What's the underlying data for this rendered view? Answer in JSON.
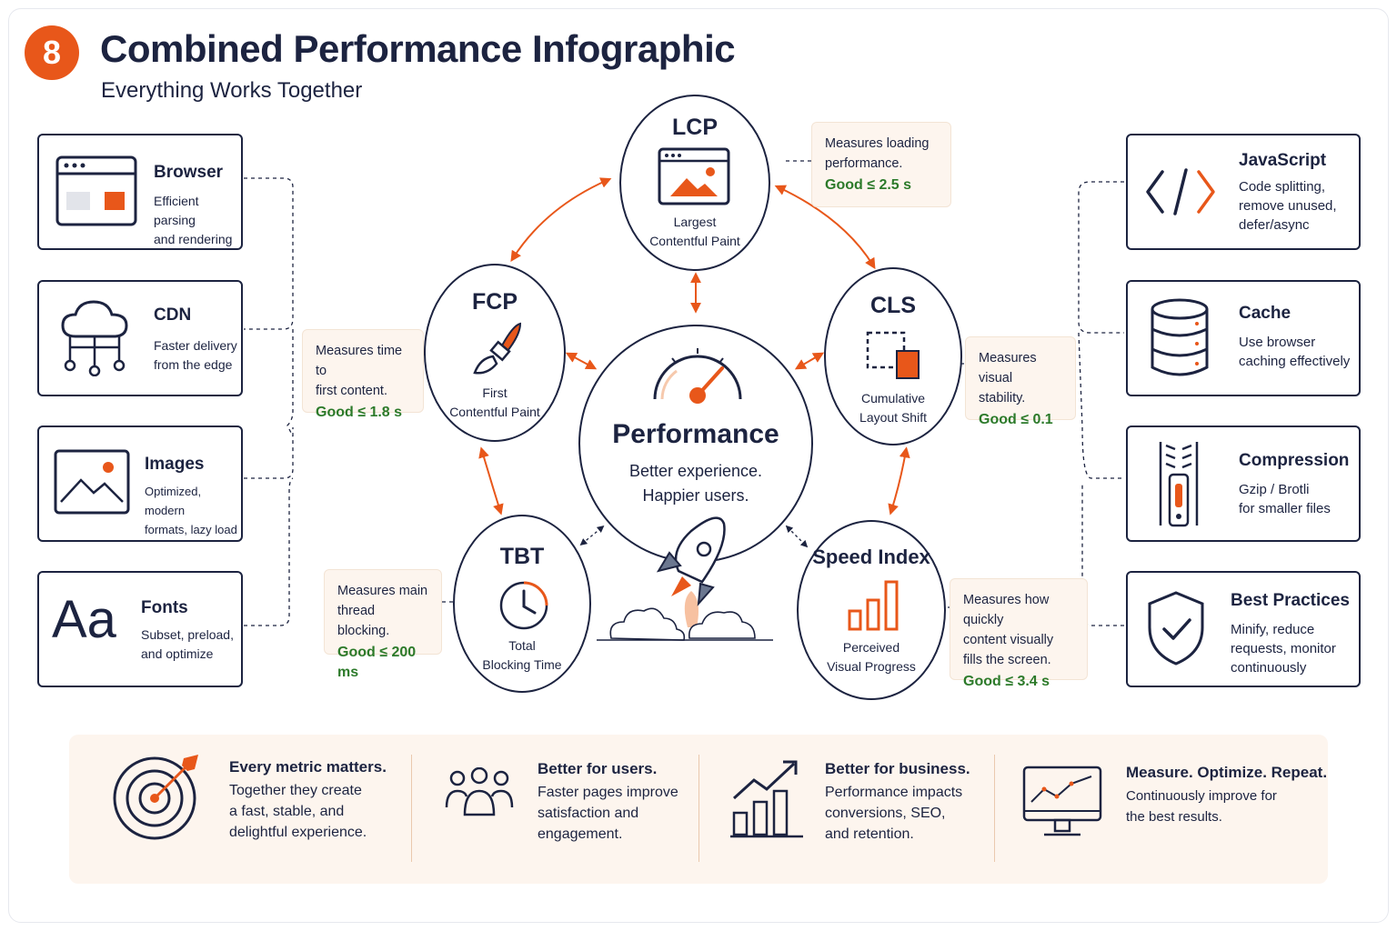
{
  "header": {
    "badge": "8",
    "title": "Combined Performance Infographic",
    "subtitle": "Everything Works Together"
  },
  "colors": {
    "accent": "#e8571a",
    "ink": "#1c2340",
    "good": "#2c7a2a",
    "note_bg": "#fdf5ee"
  },
  "left_cards": [
    {
      "title": "Browser",
      "desc": "Efficient parsing\nand rendering",
      "icon": "browser-window-icon"
    },
    {
      "title": "CDN",
      "desc": "Faster delivery\nfrom the edge",
      "icon": "cloud-network-icon"
    },
    {
      "title": "Images",
      "desc": "Optimized, modern\nformats, lazy load",
      "icon": "image-icon"
    },
    {
      "title": "Fonts",
      "desc": "Subset, preload,\nand optimize",
      "icon": "font-icon",
      "glyph": "Aa"
    }
  ],
  "right_cards": [
    {
      "title": "JavaScript",
      "desc": "Code splitting,\nremove unused,\ndefer/async",
      "icon": "code-icon"
    },
    {
      "title": "Cache",
      "desc": "Use browser\ncaching effectively",
      "icon": "database-icon"
    },
    {
      "title": "Compression",
      "desc": "Gzip / Brotli\nfor smaller files",
      "icon": "zipper-icon"
    },
    {
      "title": "Best Practices",
      "desc": "Minify, reduce\nrequests, monitor\ncontinuously",
      "icon": "shield-check-icon"
    }
  ],
  "center": {
    "title": "Performance",
    "desc": "Better experience.\nHappier users.",
    "icons": [
      "gauge-icon",
      "rocket-icon"
    ]
  },
  "metrics": {
    "lcp": {
      "abbr": "LCP",
      "name": "Largest\nContentful Paint",
      "note": "Measures loading\nperformance.",
      "good": "Good ≤ 2.5 s",
      "icon": "image-window-icon"
    },
    "fcp": {
      "abbr": "FCP",
      "name": "First\nContentful Paint",
      "note": "Measures time to\nfirst content.",
      "good": "Good ≤ 1.8 s",
      "icon": "paintbrush-icon"
    },
    "cls": {
      "abbr": "CLS",
      "name": "Cumulative\nLayout Shift",
      "note": "Measures visual\nstability.",
      "good": "Good ≤ 0.1",
      "icon": "layout-shift-icon"
    },
    "tbt": {
      "abbr": "TBT",
      "name": "Total\nBlocking Time",
      "note": "Measures main\nthread blocking.",
      "good": "Good ≤ 200 ms",
      "icon": "clock-icon"
    },
    "si": {
      "abbr": "Speed Index",
      "name": "Perceived\nVisual Progress",
      "note": "Measures how quickly\ncontent visually\nfills the screen.",
      "good": "Good ≤ 3.4 s",
      "icon": "bar-chart-icon"
    }
  },
  "bottom": [
    {
      "title": "Every metric matters.",
      "desc": "Together they create\na fast, stable, and\ndelightful experience.",
      "icon": "target-icon"
    },
    {
      "title": "Better for users.",
      "desc": "Faster pages improve\nsatisfaction and\nengagement.",
      "icon": "users-icon"
    },
    {
      "title": "Better for business.",
      "desc": "Performance impacts\nconversions, SEO,\nand retention.",
      "icon": "growth-chart-icon"
    },
    {
      "title": "Measure. Optimize. Repeat.",
      "desc": "Continuously improve for\nthe best results.",
      "icon": "monitor-chart-icon"
    }
  ]
}
